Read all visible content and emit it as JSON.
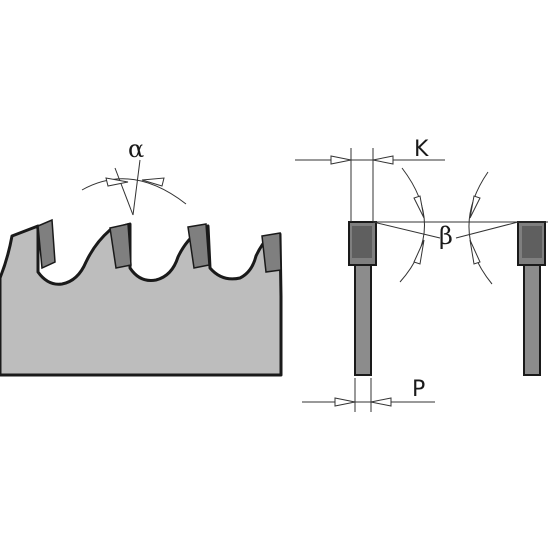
{
  "labels": {
    "alpha": "α",
    "beta": "β",
    "k": "K",
    "p": "P"
  },
  "colors": {
    "blade_body": "#bdbdbd",
    "tooth_tip": "#7f7f7f",
    "outline": "#1a1a1a",
    "plate": "#8c8c8c"
  }
}
